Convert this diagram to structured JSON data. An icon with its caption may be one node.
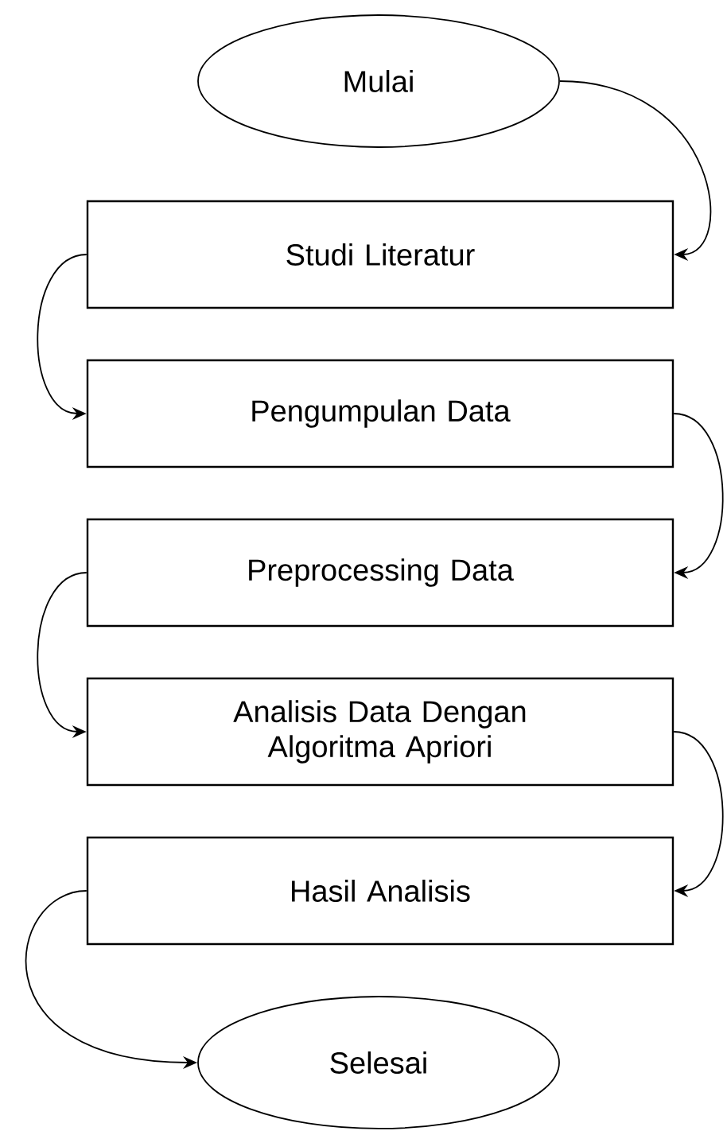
{
  "diagram": {
    "nodes": [
      {
        "text": [
          "Mulai"
        ]
      },
      {
        "text": [
          "Studi Literatur"
        ]
      },
      {
        "text": [
          "Pengumpulan Data"
        ]
      },
      {
        "text": [
          "Preprocessing Data"
        ]
      },
      {
        "text": [
          "Analisis Data Dengan Algoritma Apriori"
        ]
      },
      {
        "text": [
          "Hasil Analisis"
        ]
      },
      {
        "text": [
          "Selesai"
        ]
      }
    ],
    "edges": [
      {
        "from": 0,
        "to": 1,
        "arrow": "to"
      },
      {
        "from": 1,
        "to": 2,
        "arrow": "to"
      },
      {
        "from": 2,
        "to": 3,
        "arrow": "to"
      },
      {
        "from": 3,
        "to": 4,
        "arrow": "to"
      },
      {
        "from": 4,
        "to": 5,
        "arrow": "to"
      },
      {
        "from": 5,
        "to": 6,
        "arrow": "to"
      }
    ]
  }
}
